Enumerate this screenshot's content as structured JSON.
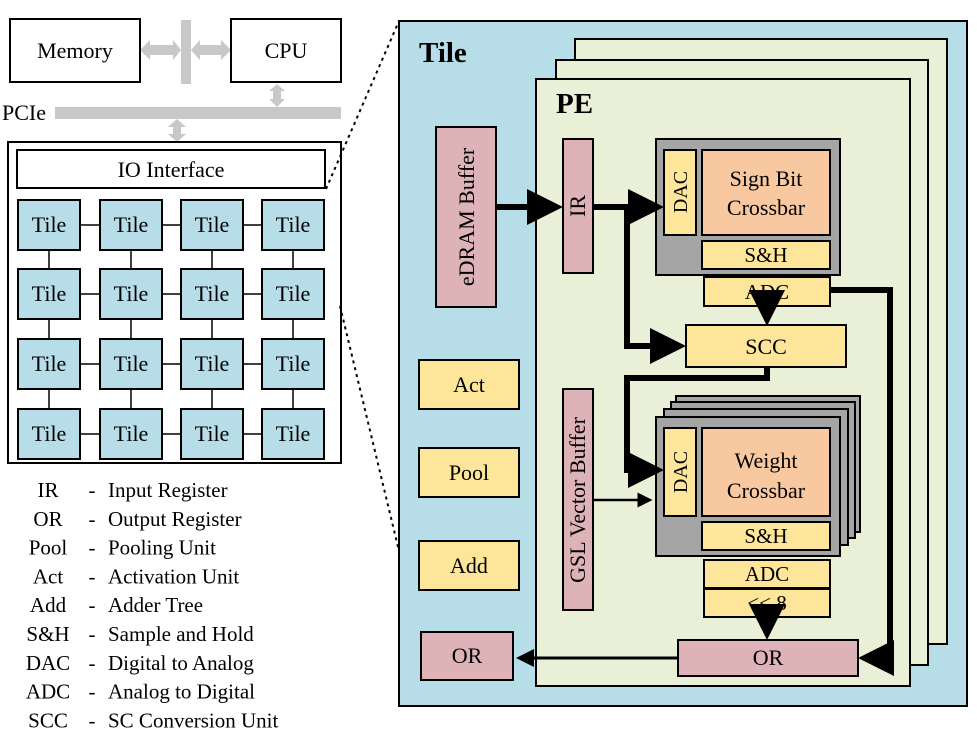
{
  "top": {
    "memory_label": "Memory",
    "cpu_label": "CPU",
    "pcie_label": "PCIe"
  },
  "chip": {
    "io_label": "IO Interface",
    "tile_label": "Tile",
    "rows": 4,
    "cols": 4
  },
  "tile_detail": {
    "title": "Tile",
    "pe_title": "PE",
    "edram_label": "eDRAM Buffer",
    "ir_label": "IR",
    "gsl_label": "GSL Vector Buffer",
    "act_label": "Act",
    "pool_label": "Pool",
    "add_label": "Add",
    "or_tile_label": "OR",
    "or_pe_label": "OR",
    "scc_label": "SCC",
    "sign_crossbar": {
      "dac": "DAC",
      "name_line1": "Sign Bit",
      "name_line2": "Crossbar",
      "sh": "S&H",
      "adc": "ADC"
    },
    "weight_crossbar": {
      "dac": "DAC",
      "name_line1": "Weight",
      "name_line2": "Crossbar",
      "sh": "S&H",
      "adc": "ADC",
      "shift": "<< 8"
    }
  },
  "legend": [
    {
      "abbr": "IR",
      "desc": "Input Register"
    },
    {
      "abbr": "OR",
      "desc": "Output Register"
    },
    {
      "abbr": "Pool",
      "desc": "Pooling Unit"
    },
    {
      "abbr": "Act",
      "desc": "Activation Unit"
    },
    {
      "abbr": "Add",
      "desc": "Adder Tree"
    },
    {
      "abbr": "S&H",
      "desc": "Sample and Hold"
    },
    {
      "abbr": "DAC",
      "desc": "Digital to Analog"
    },
    {
      "abbr": "ADC",
      "desc": "Analog to Digital"
    },
    {
      "abbr": "SCC",
      "desc": "SC Conversion Unit"
    }
  ],
  "legend_dash": "-",
  "colors": {
    "tile_blue": "#b7dde8",
    "pe_cream": "#eaf0d8",
    "unit_yellow": "#fde599",
    "reg_pink": "#deb3b7",
    "crossbar_orange": "#f8c9a0",
    "crossbar_gray": "#a5a5a5",
    "bus_gray": "#c8c8c8"
  }
}
